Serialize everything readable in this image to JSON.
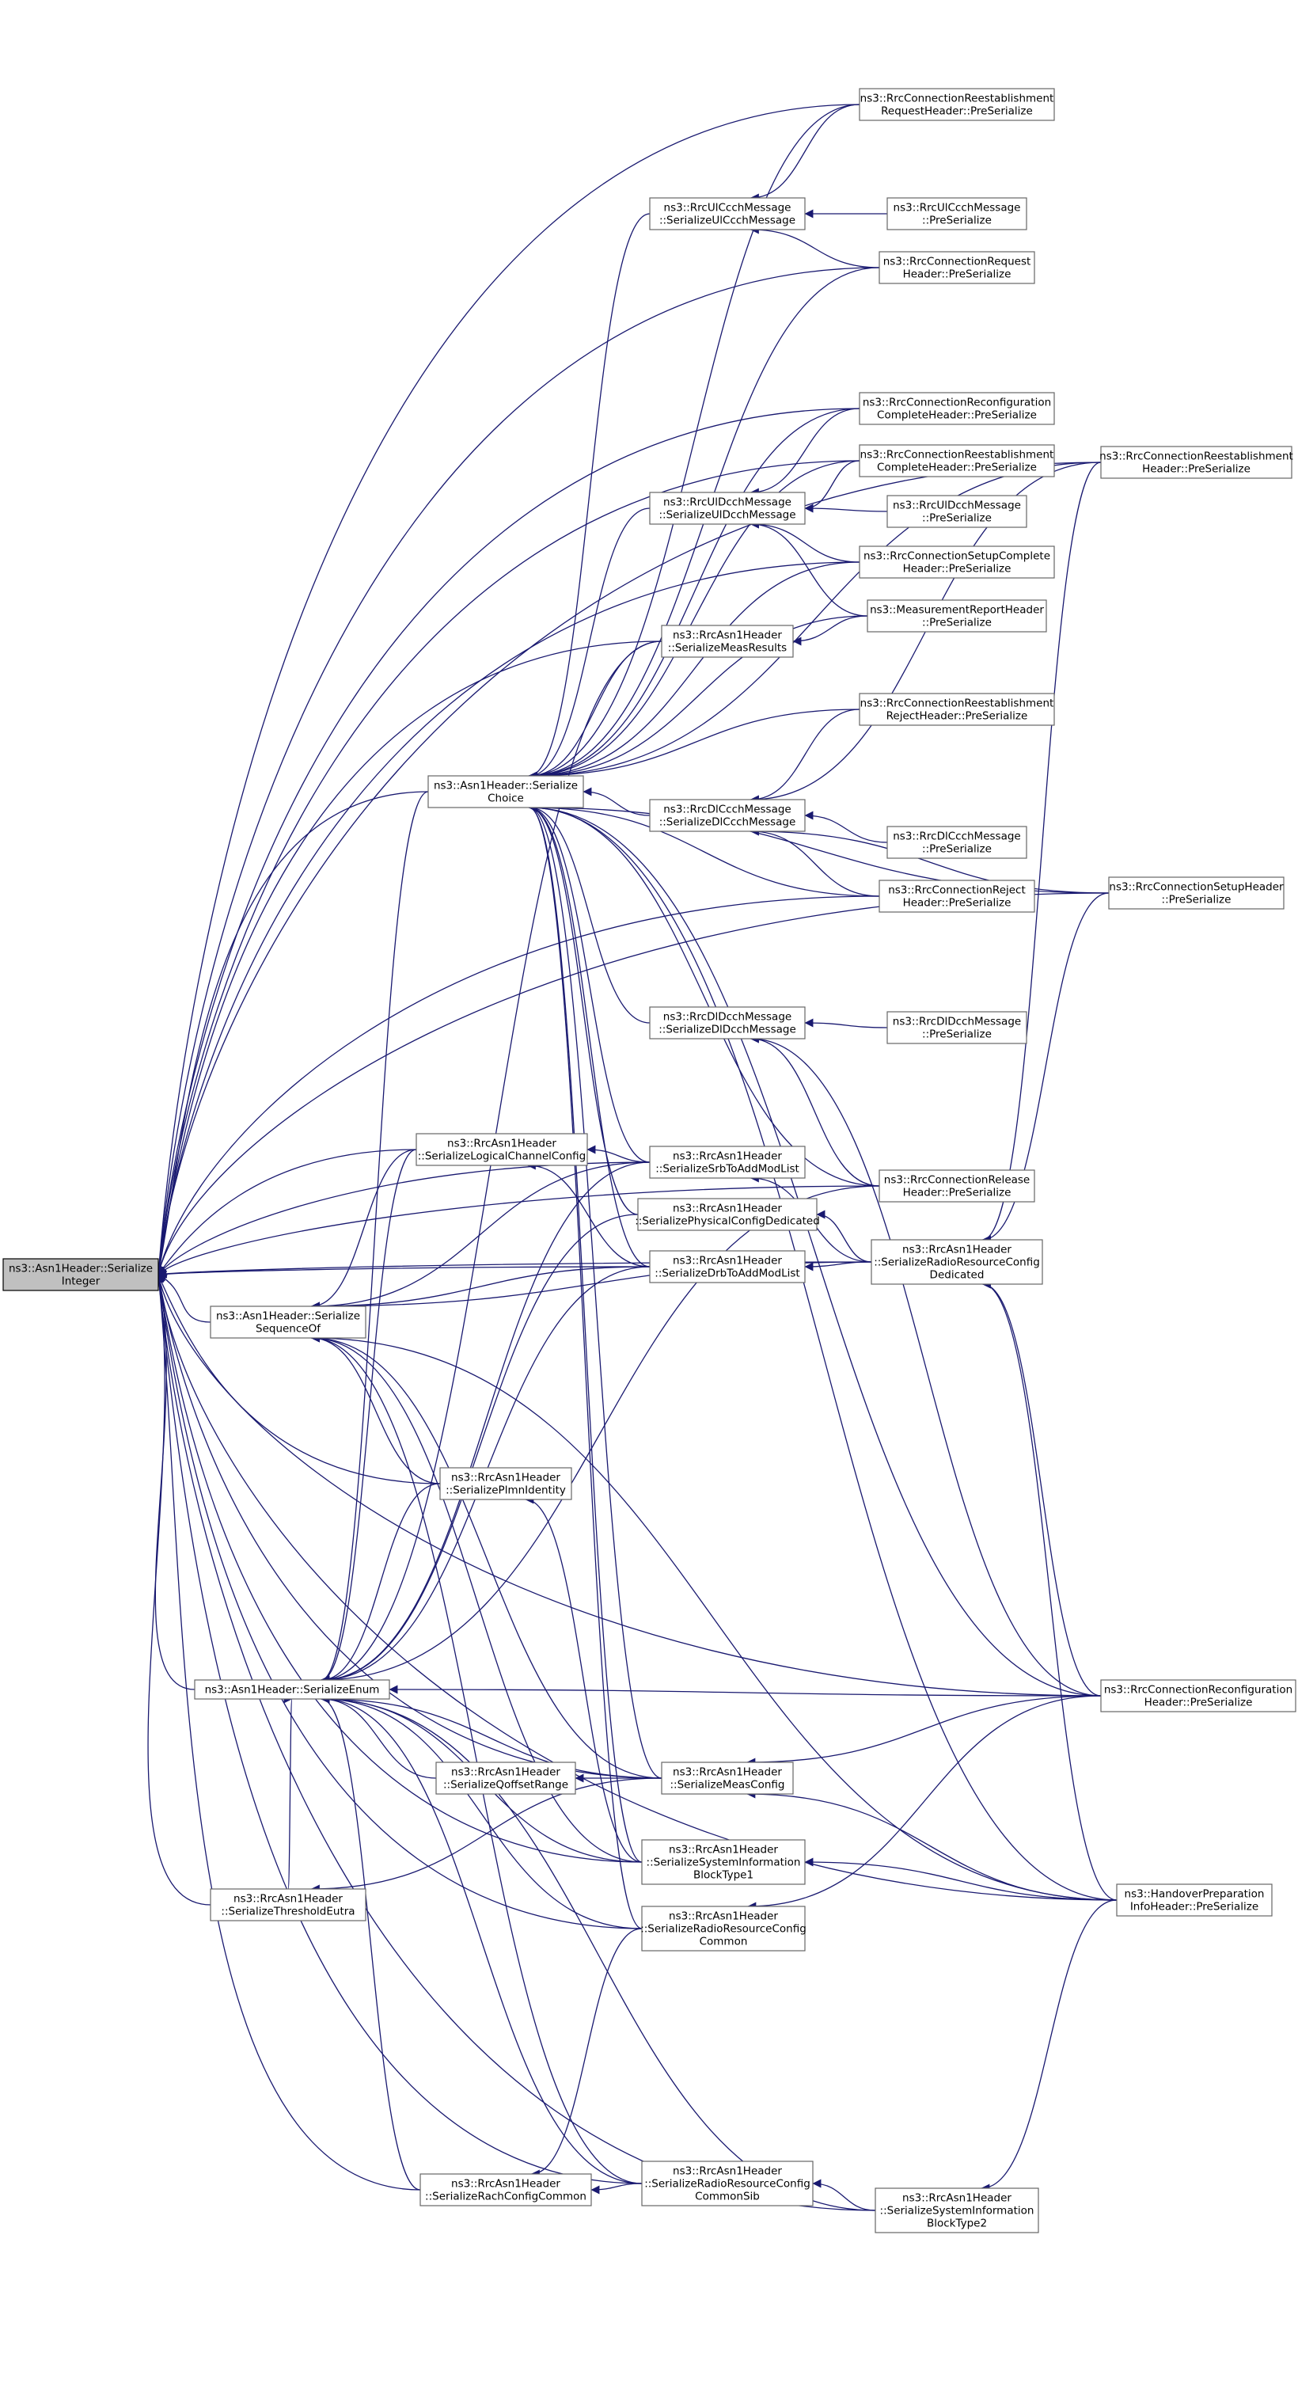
{
  "diagram": {
    "type": "call-graph",
    "colors": {
      "edge": "#191970",
      "node_border": "#666666",
      "root_fill": "#c0c0c0",
      "root_border": "#000000",
      "node_fill": "#ffffff",
      "text": "#000000"
    },
    "nodes": [
      {
        "id": "integer",
        "lines": [
          "ns3::Asn1Header::Serialize",
          "Integer"
        ],
        "root": true
      },
      {
        "id": "choice",
        "lines": [
          "ns3::Asn1Header::Serialize",
          "Choice"
        ]
      },
      {
        "id": "seqof",
        "lines": [
          "ns3::Asn1Header::Serialize",
          "SequenceOf"
        ]
      },
      {
        "id": "enum",
        "lines": [
          "ns3::Asn1Header::SerializeEnum"
        ]
      },
      {
        "id": "thresh",
        "lines": [
          "ns3::RrcAsn1Header",
          "::SerializeThresholdEutra"
        ]
      },
      {
        "id": "logch",
        "lines": [
          "ns3::RrcAsn1Header",
          "::SerializeLogicalChannelConfig"
        ]
      },
      {
        "id": "plmn",
        "lines": [
          "ns3::RrcAsn1Header",
          "::SerializePlmnIdentity"
        ]
      },
      {
        "id": "qoff",
        "lines": [
          "ns3::RrcAsn1Header",
          "::SerializeQoffsetRange"
        ]
      },
      {
        "id": "rach",
        "lines": [
          "ns3::RrcAsn1Header",
          "::SerializeRachConfigCommon"
        ]
      },
      {
        "id": "ulccch",
        "lines": [
          "ns3::RrcUlCcchMessage",
          "::SerializeUlCcchMessage"
        ]
      },
      {
        "id": "uldcch",
        "lines": [
          "ns3::RrcUlDcchMessage",
          "::SerializeUlDcchMessage"
        ]
      },
      {
        "id": "measres",
        "lines": [
          "ns3::RrcAsn1Header",
          "::SerializeMeasResults"
        ]
      },
      {
        "id": "dlccch",
        "lines": [
          "ns3::RrcDlCcchMessage",
          "::SerializeDlCcchMessage"
        ]
      },
      {
        "id": "dldcch",
        "lines": [
          "ns3::RrcDlDcchMessage",
          "::SerializeDlDcchMessage"
        ]
      },
      {
        "id": "srb",
        "lines": [
          "ns3::RrcAsn1Header",
          "::SerializeSrbToAddModList"
        ]
      },
      {
        "id": "physcfg",
        "lines": [
          "ns3::RrcAsn1Header",
          "::SerializePhysicalConfigDedicated"
        ]
      },
      {
        "id": "drb",
        "lines": [
          "ns3::RrcAsn1Header",
          "::SerializeDrbToAddModList"
        ]
      },
      {
        "id": "meascfg",
        "lines": [
          "ns3::RrcAsn1Header",
          "::SerializeMeasConfig"
        ]
      },
      {
        "id": "sib1",
        "lines": [
          "ns3::RrcAsn1Header",
          "::SerializeSystemInformation",
          "BlockType1"
        ]
      },
      {
        "id": "rrcommon",
        "lines": [
          "ns3::RrcAsn1Header",
          "::SerializeRadioResourceConfig",
          "Common"
        ]
      },
      {
        "id": "rrcsib",
        "lines": [
          "ns3::RrcAsn1Header",
          "::SerializeRadioResourceConfig",
          "CommonSib"
        ]
      },
      {
        "id": "reestreq",
        "lines": [
          "ns3::RrcConnectionReestablishment",
          "RequestHeader::PreSerialize"
        ]
      },
      {
        "id": "ulccchpre",
        "lines": [
          "ns3::RrcUlCcchMessage",
          "::PreSerialize"
        ]
      },
      {
        "id": "connreq",
        "lines": [
          "ns3::RrcConnectionRequest",
          "Header::PreSerialize"
        ]
      },
      {
        "id": "reconfcomp",
        "lines": [
          "ns3::RrcConnectionReconfiguration",
          "CompleteHeader::PreSerialize"
        ]
      },
      {
        "id": "reestcomp",
        "lines": [
          "ns3::RrcConnectionReestablishment",
          "CompleteHeader::PreSerialize"
        ]
      },
      {
        "id": "uldcchpre",
        "lines": [
          "ns3::RrcUlDcchMessage",
          "::PreSerialize"
        ]
      },
      {
        "id": "setupcomp",
        "lines": [
          "ns3::RrcConnectionSetupComplete",
          "Header::PreSerialize"
        ]
      },
      {
        "id": "measrep",
        "lines": [
          "ns3::MeasurementReportHeader",
          "::PreSerialize"
        ]
      },
      {
        "id": "reestrej",
        "lines": [
          "ns3::RrcConnectionReestablishment",
          "RejectHeader::PreSerialize"
        ]
      },
      {
        "id": "dlccchpre",
        "lines": [
          "ns3::RrcDlCcchMessage",
          "::PreSerialize"
        ]
      },
      {
        "id": "connrej",
        "lines": [
          "ns3::RrcConnectionReject",
          "Header::PreSerialize"
        ]
      },
      {
        "id": "dldcchpre",
        "lines": [
          "ns3::RrcDlDcchMessage",
          "::PreSerialize"
        ]
      },
      {
        "id": "connrel",
        "lines": [
          "ns3::RrcConnectionRelease",
          "Header::PreSerialize"
        ]
      },
      {
        "id": "rrded",
        "lines": [
          "ns3::RrcAsn1Header",
          "::SerializeRadioResourceConfig",
          "Dedicated"
        ]
      },
      {
        "id": "sib2",
        "lines": [
          "ns3::RrcAsn1Header",
          "::SerializeSystemInformation",
          "BlockType2"
        ]
      },
      {
        "id": "reesthdr",
        "lines": [
          "ns3::RrcConnectionReestablishment",
          "Header::PreSerialize"
        ]
      },
      {
        "id": "setuphdr",
        "lines": [
          "ns3::RrcConnectionSetupHeader",
          "::PreSerialize"
        ]
      },
      {
        "id": "reconfhdr",
        "lines": [
          "ns3::RrcConnectionReconfiguration",
          "Header::PreSerialize"
        ]
      },
      {
        "id": "handover",
        "lines": [
          "ns3::HandoverPreparation",
          "InfoHeader::PreSerialize"
        ]
      }
    ],
    "edges": [
      [
        "choice",
        "integer"
      ],
      [
        "seqof",
        "integer"
      ],
      [
        "enum",
        "integer"
      ],
      [
        "logch",
        "integer"
      ],
      [
        "plmn",
        "integer"
      ],
      [
        "thresh",
        "integer"
      ],
      [
        "rach",
        "integer"
      ],
      [
        "drb",
        "integer"
      ],
      [
        "srb",
        "integer"
      ],
      [
        "measres",
        "integer"
      ],
      [
        "meascfg",
        "integer"
      ],
      [
        "sib1",
        "integer"
      ],
      [
        "rrcommon",
        "integer"
      ],
      [
        "rrcsib",
        "integer"
      ],
      [
        "sib2",
        "integer"
      ],
      [
        "rrded",
        "integer"
      ],
      [
        "reestreq",
        "integer"
      ],
      [
        "connreq",
        "integer"
      ],
      [
        "reconfcomp",
        "integer"
      ],
      [
        "reestcomp",
        "integer"
      ],
      [
        "setupcomp",
        "integer"
      ],
      [
        "connrej",
        "integer"
      ],
      [
        "setuphdr",
        "integer"
      ],
      [
        "connrel",
        "integer"
      ],
      [
        "reconfhdr",
        "integer"
      ],
      [
        "handover",
        "integer"
      ],
      [
        "reesthdr",
        "integer"
      ],
      [
        "ulccch",
        "choice"
      ],
      [
        "uldcch",
        "choice"
      ],
      [
        "measres",
        "choice"
      ],
      [
        "dlccch",
        "choice"
      ],
      [
        "dldcch",
        "choice"
      ],
      [
        "srb",
        "choice"
      ],
      [
        "physcfg",
        "choice"
      ],
      [
        "drb",
        "choice"
      ],
      [
        "meascfg",
        "choice"
      ],
      [
        "sib1",
        "choice"
      ],
      [
        "rrcommon",
        "choice"
      ],
      [
        "reestreq",
        "choice"
      ],
      [
        "connreq",
        "choice"
      ],
      [
        "reconfcomp",
        "choice"
      ],
      [
        "reestcomp",
        "choice"
      ],
      [
        "setupcomp",
        "choice"
      ],
      [
        "measrep",
        "choice"
      ],
      [
        "reestrej",
        "choice"
      ],
      [
        "connrej",
        "choice"
      ],
      [
        "connrel",
        "choice"
      ],
      [
        "setuphdr",
        "choice"
      ],
      [
        "reconfhdr",
        "choice"
      ],
      [
        "handover",
        "choice"
      ],
      [
        "reesthdr",
        "choice"
      ],
      [
        "logch",
        "seqof"
      ],
      [
        "plmn",
        "seqof"
      ],
      [
        "srb",
        "seqof"
      ],
      [
        "drb",
        "seqof"
      ],
      [
        "meascfg",
        "seqof"
      ],
      [
        "sib1",
        "seqof"
      ],
      [
        "rrcsib",
        "seqof"
      ],
      [
        "rrded",
        "seqof"
      ],
      [
        "handover",
        "seqof"
      ],
      [
        "logch",
        "enum"
      ],
      [
        "plmn",
        "enum"
      ],
      [
        "qoff",
        "enum"
      ],
      [
        "thresh",
        "enum"
      ],
      [
        "rach",
        "enum"
      ],
      [
        "srb",
        "enum"
      ],
      [
        "physcfg",
        "enum"
      ],
      [
        "drb",
        "enum"
      ],
      [
        "meascfg",
        "enum"
      ],
      [
        "sib1",
        "enum"
      ],
      [
        "rrcommon",
        "enum"
      ],
      [
        "rrcsib",
        "enum"
      ],
      [
        "sib2",
        "enum"
      ],
      [
        "measres",
        "enum"
      ],
      [
        "connrel",
        "enum"
      ],
      [
        "reconfhdr",
        "enum"
      ],
      [
        "choice",
        "enum"
      ],
      [
        "srb",
        "logch"
      ],
      [
        "drb",
        "logch"
      ],
      [
        "sib1",
        "plmn"
      ],
      [
        "meascfg",
        "qoff"
      ],
      [
        "meascfg",
        "thresh"
      ],
      [
        "rrcsib",
        "rach"
      ],
      [
        "rrcommon",
        "rach"
      ],
      [
        "reestreq",
        "ulccch"
      ],
      [
        "ulccchpre",
        "ulccch"
      ],
      [
        "connreq",
        "ulccch"
      ],
      [
        "reconfcomp",
        "uldcch"
      ],
      [
        "reestcomp",
        "uldcch"
      ],
      [
        "uldcchpre",
        "uldcch"
      ],
      [
        "setupcomp",
        "uldcch"
      ],
      [
        "measrep",
        "uldcch"
      ],
      [
        "measrep",
        "measres"
      ],
      [
        "reestrej",
        "dlccch"
      ],
      [
        "dlccchpre",
        "dlccch"
      ],
      [
        "connrej",
        "dlccch"
      ],
      [
        "setuphdr",
        "dlccch"
      ],
      [
        "reesthdr",
        "dlccch"
      ],
      [
        "dldcchpre",
        "dldcch"
      ],
      [
        "connrel",
        "dldcch"
      ],
      [
        "reconfhdr",
        "dldcch"
      ],
      [
        "rrded",
        "srb"
      ],
      [
        "rrded",
        "physcfg"
      ],
      [
        "rrded",
        "drb"
      ],
      [
        "reconfhdr",
        "meascfg"
      ],
      [
        "handover",
        "meascfg"
      ],
      [
        "handover",
        "sib1"
      ],
      [
        "sib2",
        "rrcsib"
      ],
      [
        "setuphdr",
        "rrded"
      ],
      [
        "reesthdr",
        "rrded"
      ],
      [
        "reconfhdr",
        "rrded"
      ],
      [
        "handover",
        "rrded"
      ],
      [
        "handover",
        "sib2"
      ],
      [
        "reconfhdr",
        "rrcommon"
      ]
    ]
  }
}
